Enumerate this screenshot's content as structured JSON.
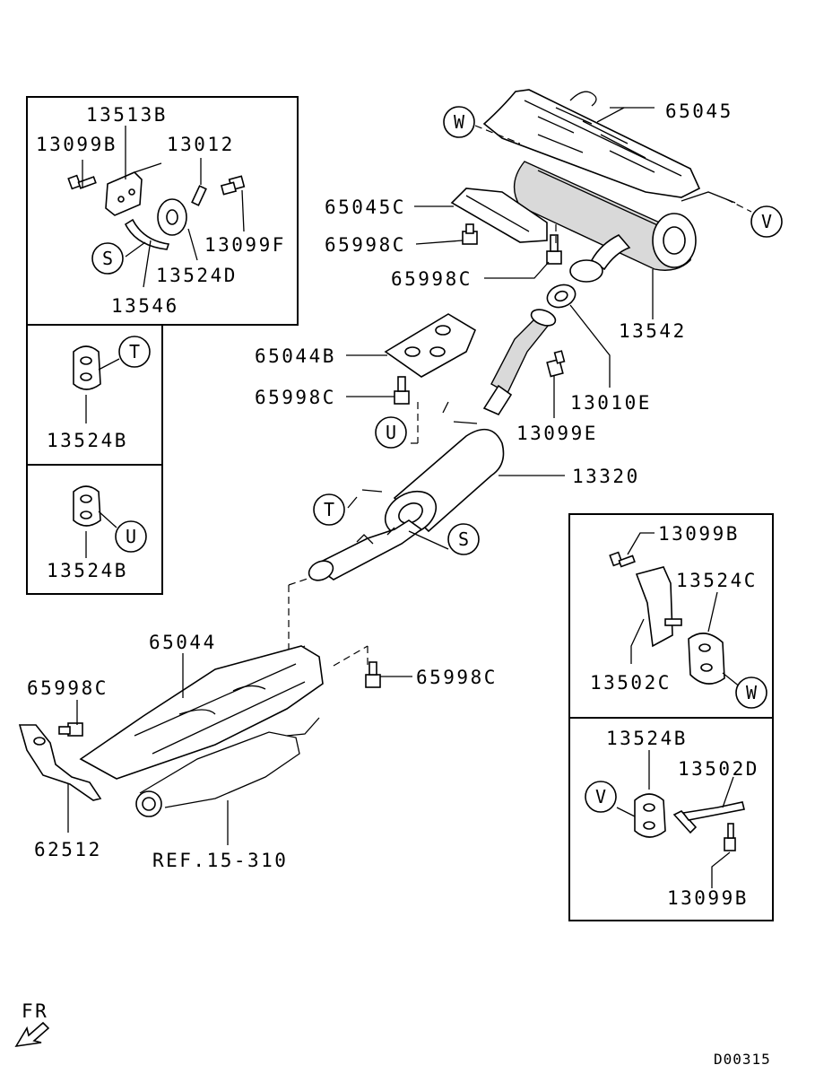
{
  "labels": {
    "p13513B": "13513B",
    "p13099B_1": "13099B",
    "p13012": "13012",
    "p13099F": "13099F",
    "p13524D": "13524D",
    "p13546": "13546",
    "p13524B_1": "13524B",
    "p13524B_2": "13524B",
    "p65045": "65045",
    "p65045C": "65045C",
    "p65998C_1": "65998C",
    "p65998C_2": "65998C",
    "p13542": "13542",
    "p65044B": "65044B",
    "p65998C_3": "65998C",
    "p13010E": "13010E",
    "p13099E": "13099E",
    "p13320": "13320",
    "p13099B_2": "13099B",
    "p13524C": "13524C",
    "p13502C": "13502C",
    "p13524B_3": "13524B",
    "p13502D": "13502D",
    "p13099B_3": "13099B",
    "p65044": "65044",
    "p65998C_4": "65998C",
    "p65998C_5": "65998C",
    "p62512": "62512",
    "ref": "REF.15-310",
    "fr": "FR",
    "code": "D00315"
  },
  "callouts": {
    "s1": "S",
    "t1": "T",
    "u1": "U",
    "w1": "W",
    "v1": "V",
    "u2": "U",
    "t2": "T",
    "s2": "S",
    "w2": "W",
    "v2": "V"
  }
}
